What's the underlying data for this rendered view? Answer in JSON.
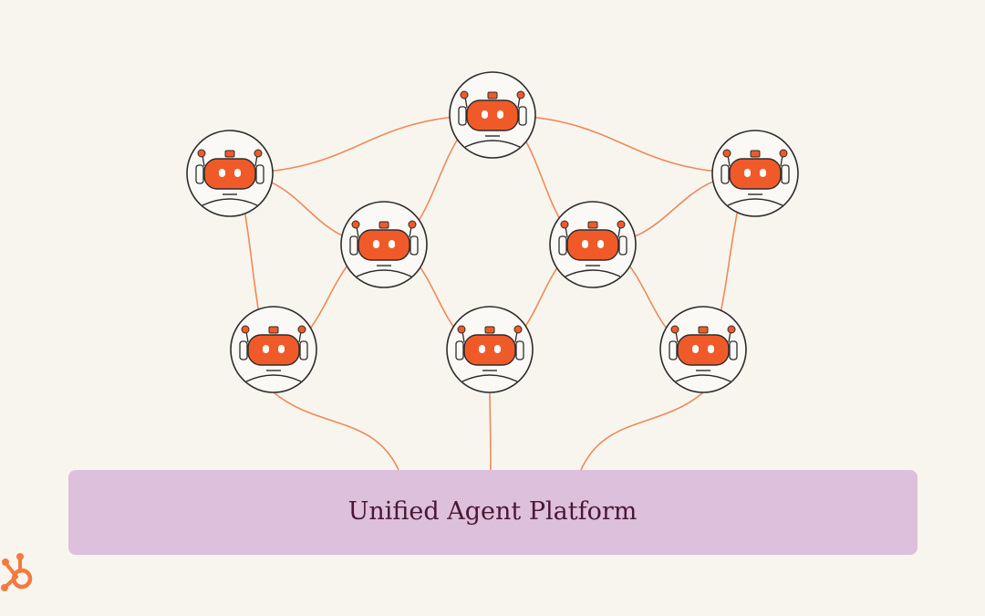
{
  "diagram": {
    "platform": {
      "label": "Unified Agent Platform"
    },
    "agents": [
      {
        "id": "agent-top"
      },
      {
        "id": "agent-upper-left"
      },
      {
        "id": "agent-upper-right"
      },
      {
        "id": "agent-middle-left"
      },
      {
        "id": "agent-middle-right"
      },
      {
        "id": "agent-lower-left"
      },
      {
        "id": "agent-lower-center"
      },
      {
        "id": "agent-lower-right"
      }
    ],
    "connections": [
      [
        "agent-upper-left",
        "agent-top"
      ],
      [
        "agent-top",
        "agent-upper-right"
      ],
      [
        "agent-upper-left",
        "agent-middle-left"
      ],
      [
        "agent-top",
        "agent-middle-left"
      ],
      [
        "agent-top",
        "agent-middle-right"
      ],
      [
        "agent-upper-right",
        "agent-middle-right"
      ],
      [
        "agent-upper-left",
        "agent-lower-left"
      ],
      [
        "agent-middle-left",
        "agent-lower-left"
      ],
      [
        "agent-middle-left",
        "agent-lower-center"
      ],
      [
        "agent-middle-right",
        "agent-lower-center"
      ],
      [
        "agent-middle-right",
        "agent-lower-right"
      ],
      [
        "agent-upper-right",
        "agent-lower-right"
      ],
      [
        "agent-lower-left",
        "platform"
      ],
      [
        "agent-lower-center",
        "platform"
      ],
      [
        "agent-lower-right",
        "platform"
      ]
    ],
    "colors": {
      "background": "#f8f5ef",
      "connector": "#ef8a58",
      "robot_face": "#f05a28",
      "robot_outline": "#2d2d2d",
      "platform_fill": "#dcc0dc",
      "platform_text": "#4b1734",
      "logo": "#f57a3c"
    },
    "logo": {
      "icon": "sprocket-logo-icon"
    }
  }
}
